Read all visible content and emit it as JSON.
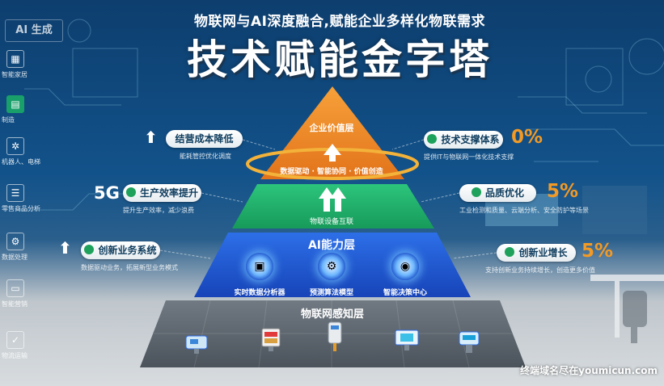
{
  "header": {
    "subtitle": "物联网与AI深度融合,赋能企业多样化物联需求",
    "title": "技术赋能金字塔"
  },
  "sidebar": {
    "badge": "AI 生成",
    "items": [
      {
        "label": "智能家居",
        "icon": "chip-icon"
      },
      {
        "label": "制造",
        "icon": "printer-icon"
      },
      {
        "label": "机器人、电梯",
        "icon": "cpu-icon"
      },
      {
        "label": "零售商品分析",
        "icon": "list-icon"
      },
      {
        "label": "数据处理",
        "icon": "gear-icon"
      },
      {
        "label": "智能营销",
        "icon": "device-icon"
      },
      {
        "label": "物流运输",
        "icon": "check-icon"
      }
    ]
  },
  "pyramid": {
    "top_layer": "企业价值层",
    "ring_text": "数据驱动 · 智能协同 · 价值创造",
    "middle_text": "物联设备互联",
    "ai_layer": "AI能力层",
    "ai_modules": [
      {
        "label": "实时数据分析器",
        "icon": "processor-icon"
      },
      {
        "label": "预测算法模型",
        "icon": "gear-icon"
      },
      {
        "label": "智能决策中心",
        "icon": "brain-icon"
      }
    ],
    "base_layer": "物联网感知层",
    "devices": [
      "sensor-device-icon",
      "rfid-reader-icon",
      "gateway-icon",
      "monitor-device-icon",
      "edge-node-icon"
    ]
  },
  "left_callouts": [
    {
      "label": "结营成本降低",
      "desc": "能耗管控优化调度",
      "badge": ""
    },
    {
      "label": "生产效率提升",
      "desc": "提升生产效率，减少浪费",
      "badge": "5G"
    },
    {
      "label": "创新业务系统",
      "desc": "数据驱动业务，拓展新型业务模式",
      "badge": ""
    }
  ],
  "right_callouts": [
    {
      "label": "技术支撑体系",
      "desc": "提供IT与物联网一体化技术支撑",
      "value": "0%"
    },
    {
      "label": "品质优化",
      "desc": "工业检测和质量、云端分析、安全防护等场景",
      "value": "5%"
    },
    {
      "label": "创新业增长",
      "desc": "支持创新业务持续增长，创造更多价值",
      "value": "5%"
    }
  ],
  "footer": {
    "note": "终端域名尽在youmicun.com"
  },
  "colors": {
    "top_layer": "#f08a24",
    "middle_layer": "#1fae6a",
    "ai_layer": "#1a56d6",
    "base_layer": "#5a6470",
    "accent_percent": "#f39a24"
  }
}
